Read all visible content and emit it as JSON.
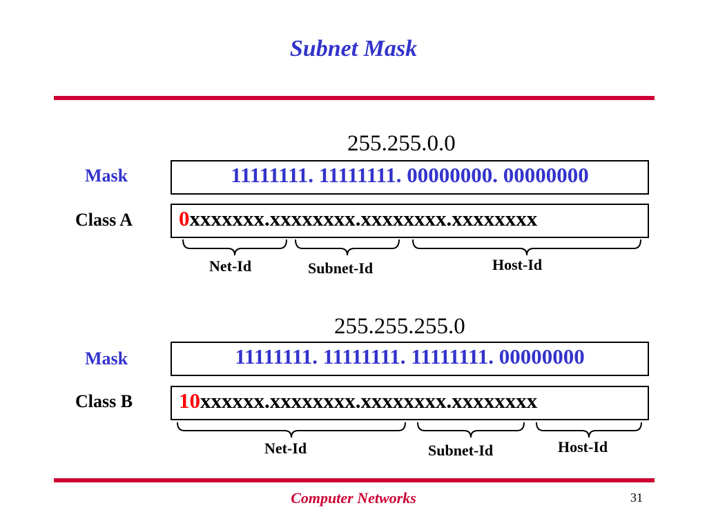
{
  "title": "Subnet Mask",
  "colors": {
    "title": "#3333cc",
    "rule": "#cc0033",
    "mask_bits": "#3333cc",
    "class_prefix": "#ff0000",
    "footer": "#cc0033"
  },
  "sections": [
    {
      "mask_decimal": "255.255.0.0",
      "mask_label": "Mask",
      "mask_bits": "11111111. 11111111. 00000000. 00000000",
      "class_label": "Class A",
      "class_prefix": "0",
      "class_bits": "xxxxxxx.xxxxxxxx.xxxxxxxx.xxxxxxxx",
      "fields": [
        "Net-Id",
        "Subnet-Id",
        "Host-Id"
      ]
    },
    {
      "mask_decimal": "255.255.255.0",
      "mask_label": "Mask",
      "mask_bits": "11111111. 11111111. 11111111. 00000000",
      "class_label": "Class B",
      "class_prefix": "10",
      "class_bits": "xxxxxx.xxxxxxxx.xxxxxxxx.xxxxxxxx",
      "fields": [
        "Net-Id",
        "Subnet-Id",
        "Host-Id"
      ]
    }
  ],
  "footer": {
    "title": "Computer Networks",
    "page_number": "31"
  }
}
